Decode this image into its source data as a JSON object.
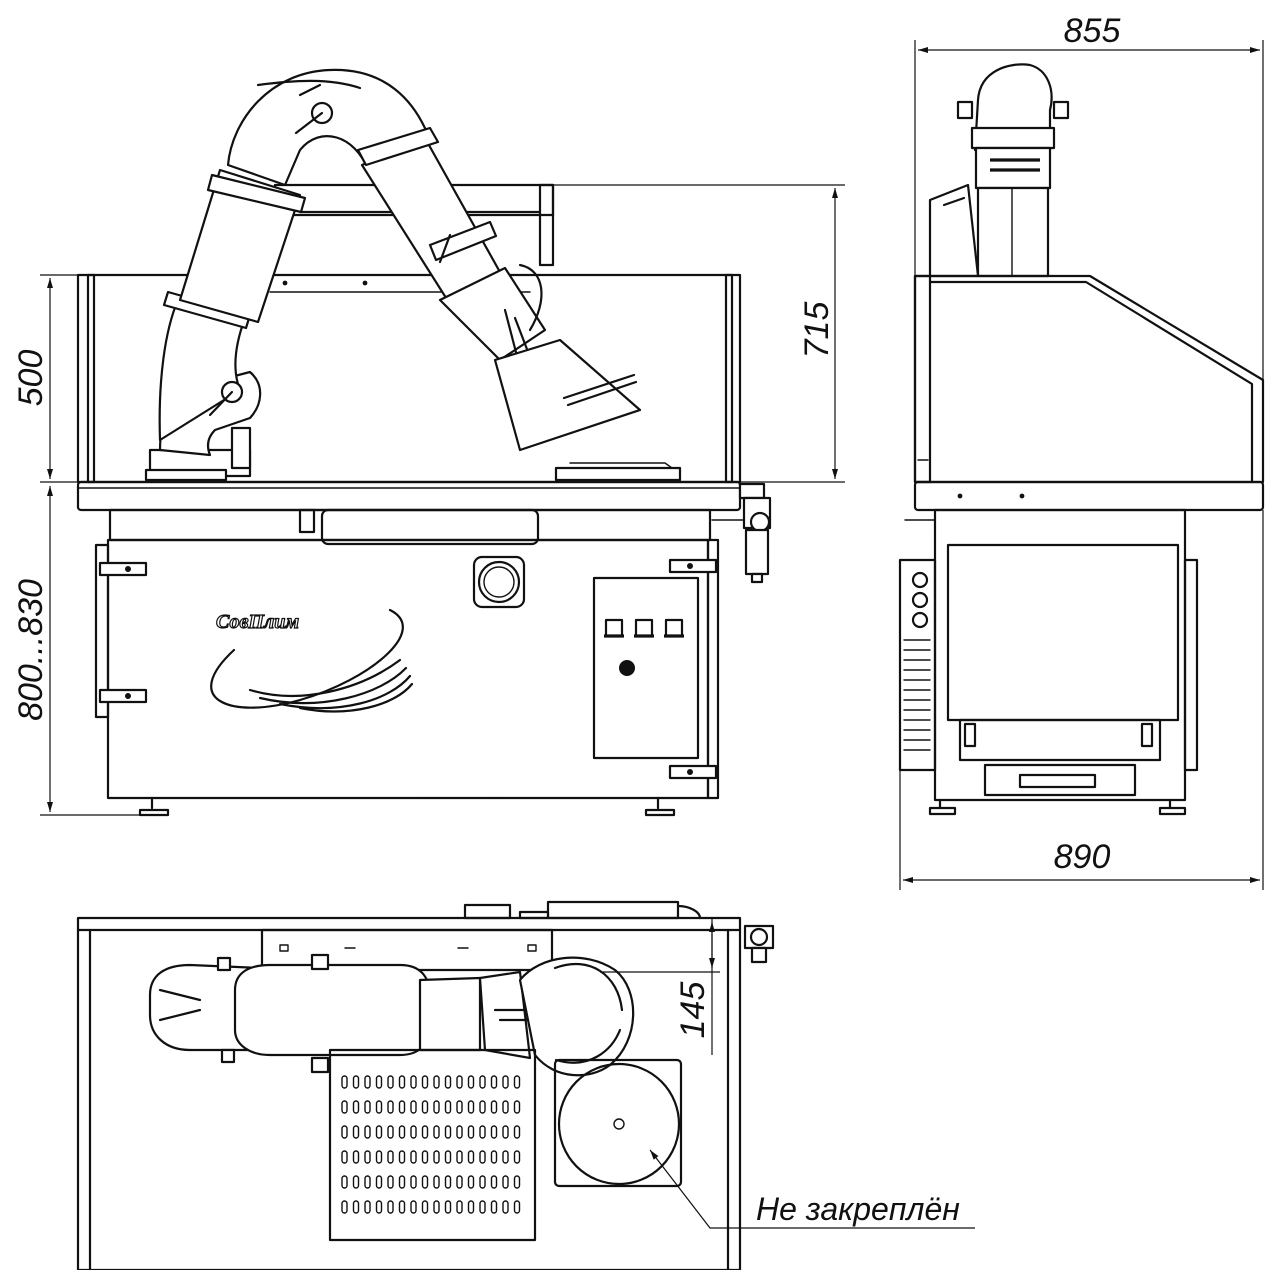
{
  "dimensions": {
    "overall_width_side": "855",
    "base_width_side": "890",
    "arm_height": "715",
    "cabinet_height": "500",
    "table_height": "800...830",
    "top_offset": "145"
  },
  "brand_logo": "СовПлим",
  "note_label": "Не закреплён",
  "colors": {
    "line": "#111111",
    "background": "#ffffff"
  }
}
